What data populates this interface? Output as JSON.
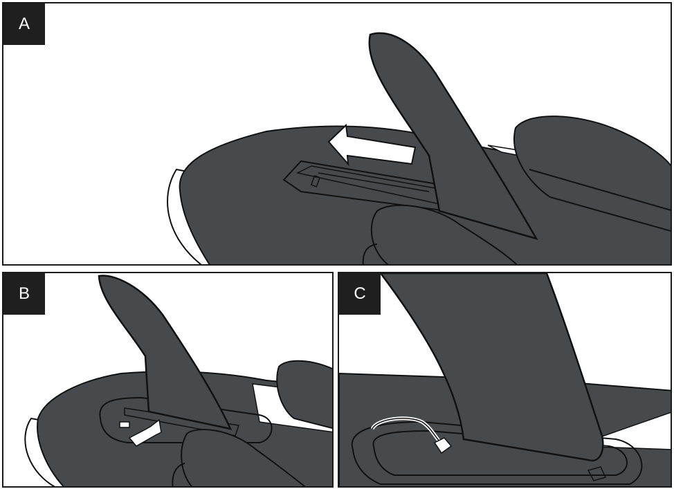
{
  "panels": [
    {
      "label": "A"
    },
    {
      "label": "B"
    },
    {
      "label": "C"
    }
  ],
  "colors": {
    "fin_fill": "#474a4c",
    "outline": "#111111",
    "background": "#ffffff"
  }
}
